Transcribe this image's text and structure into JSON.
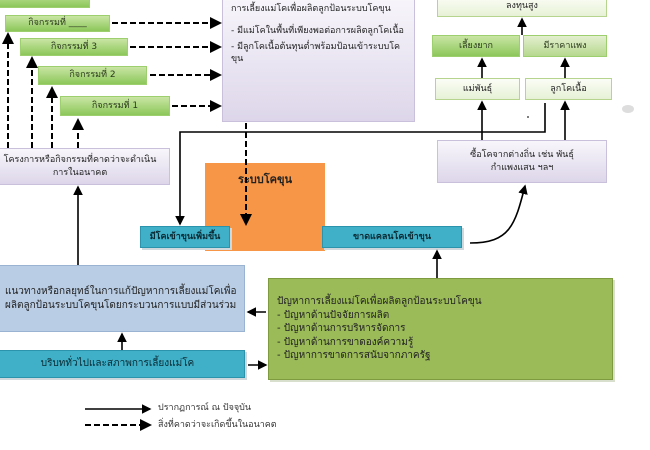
{
  "activities": [
    "กิจกรรมที่ ____",
    "กิจกรรมที่ 3",
    "กิจกรรมที่ 2",
    "กิจกรรมที่ 1"
  ],
  "goal_box": {
    "title": "การเลี้ยงแม่โคเพื่อผลิตลูกป้อนระบบโคขุน",
    "items": [
      "- มีแม่โคในพื้นที่เพียงพอต่อการผลิตลูกโคเนื้อ",
      "- มีลูกโคเนื้อต้นทุนต่ำพร้อมป้อนเข้าระบบโคขุน"
    ]
  },
  "future_projects": "โครงการหรือกิจกรรมที่คาดว่าจะดำเนินการในอนาคต",
  "fattening_system": "ระบบโคขุน",
  "more_cattle": "มีโคเข้าขุนเพิ่มขึ้น",
  "shortage": "ขาดแคลนโคเข้าขุน",
  "right": {
    "high_cost": "ลงทุนสูง",
    "hard_to_raise": "เลี้ยงยาก",
    "expensive": "มีราคาแพง",
    "breeder": "แม่พันธุ์",
    "calf": "ลูกโคเนื้อ",
    "buy": "ซื้อโคจากต่างถิ่น เช่น พันธุ์กำแพงแสน ฯลฯ"
  },
  "strategy": "แนวทางหรือกลยุทธ์ในการแก้ปัญหาการเลี้ยงแม่โคเพื่อผลิตลูกป้อนระบบโคขุนโดยกระบวนการแบบมีส่วนร่วม",
  "context": "บริบททั่วไปและสภาพการเลี้ยงแม่โค",
  "problems": {
    "title": "ปัญหาการเลี้ยงแม่โคเพื่อผลิตลูกป้อนระบบโคขุน",
    "items": [
      "- ปัญหาด้านปัจจัยการผลิต",
      "- ปัญหาด้านการบริหารจัดการ",
      "- ปัญหาด้านการขาดองค์ความรู้",
      "- ปัญหาการขาดการสนับจากภาครัฐ"
    ]
  },
  "legend": {
    "solid": "ปรากฏการณ์ ณ ปัจจุบัน",
    "dashed": "สิ่งที่คาดว่าจะเกิดขึ้นในอนาคต"
  }
}
